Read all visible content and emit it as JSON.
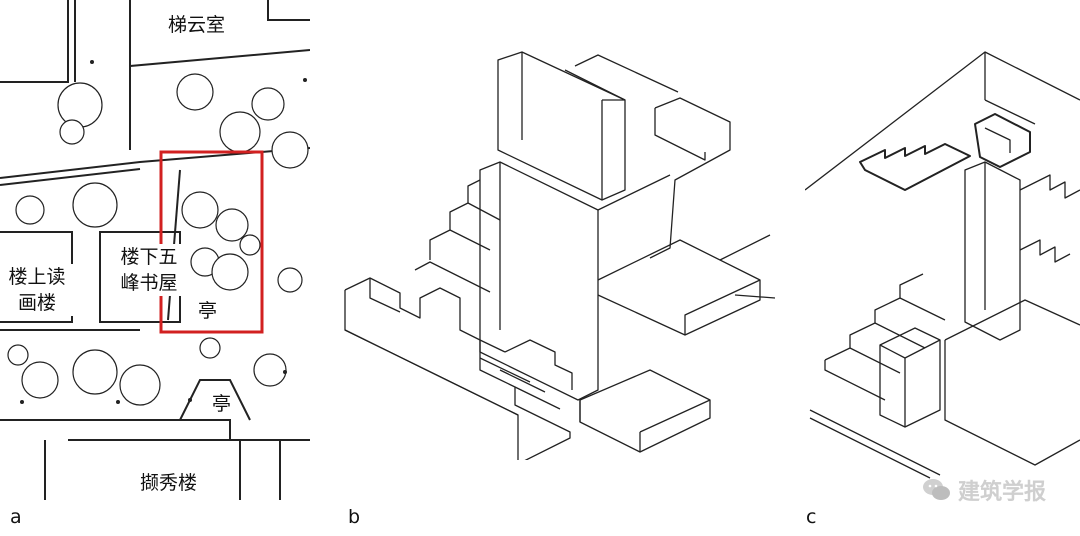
{
  "panels": {
    "a": {
      "label": "a"
    },
    "b": {
      "label": "b"
    },
    "c": {
      "label": "c"
    }
  },
  "plan": {
    "room_top": "梯云室",
    "room_left_line1": "楼上读",
    "room_left_line2": "画楼",
    "room_mid_line1": "楼下五",
    "room_mid_line2": "峰书屋",
    "pavilion_upper": "亭",
    "pavilion_lower": "亭",
    "room_bottom": "撷秀楼",
    "highlight_color": "#d22020"
  },
  "watermark": {
    "text": "建筑学报",
    "icon": "wechat-icon"
  }
}
